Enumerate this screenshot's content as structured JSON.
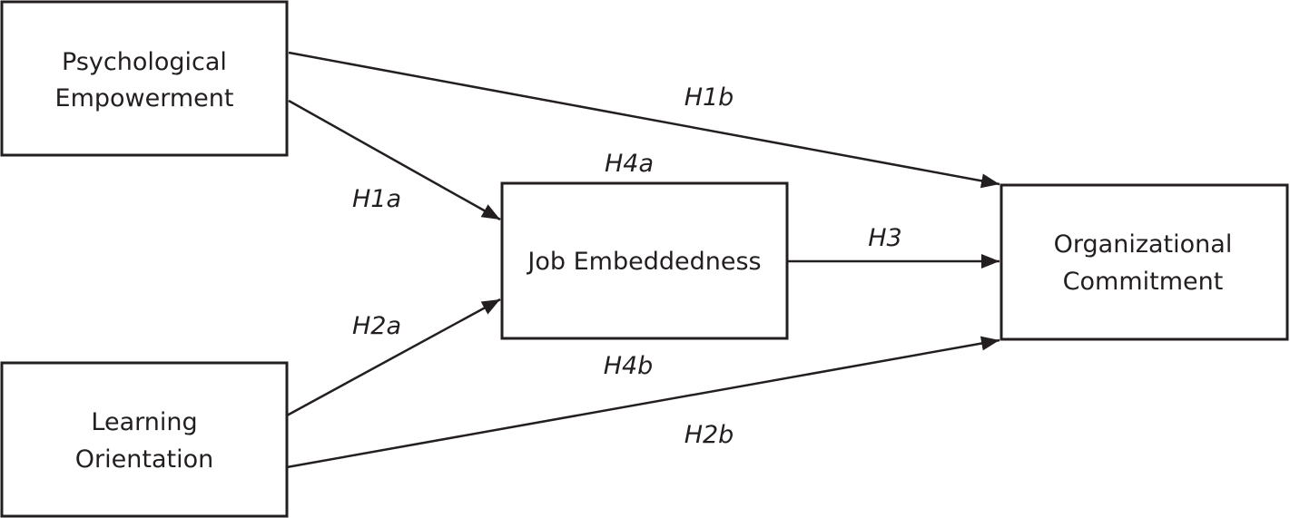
{
  "nodes": {
    "psychological_empowerment": {
      "lines": [
        "Psychological",
        "Empowerment"
      ]
    },
    "learning_orientation": {
      "lines": [
        "Learning",
        "Orientation"
      ]
    },
    "job_embeddedness": {
      "lines": [
        "Job Embeddedness"
      ]
    },
    "organizational_commitment": {
      "lines": [
        "Organizational",
        "Commitment"
      ]
    }
  },
  "edges": {
    "h1a": {
      "label": "H1a",
      "from": "Psychological Empowerment",
      "to": "Job Embeddedness"
    },
    "h1b": {
      "label": "H1b",
      "from": "Psychological Empowerment",
      "to": "Organizational Commitment"
    },
    "h2a": {
      "label": "H2a",
      "from": "Learning Orientation",
      "to": "Job Embeddedness"
    },
    "h2b": {
      "label": "H2b",
      "from": "Learning Orientation",
      "to": "Organizational Commitment"
    },
    "h3": {
      "label": "H3",
      "from": "Job Embeddedness",
      "to": "Organizational Commitment"
    }
  },
  "mediation_labels": {
    "h4a": "H4a",
    "h4b": "H4b"
  },
  "colors": {
    "stroke": "#231f20",
    "background": "#ffffff"
  }
}
